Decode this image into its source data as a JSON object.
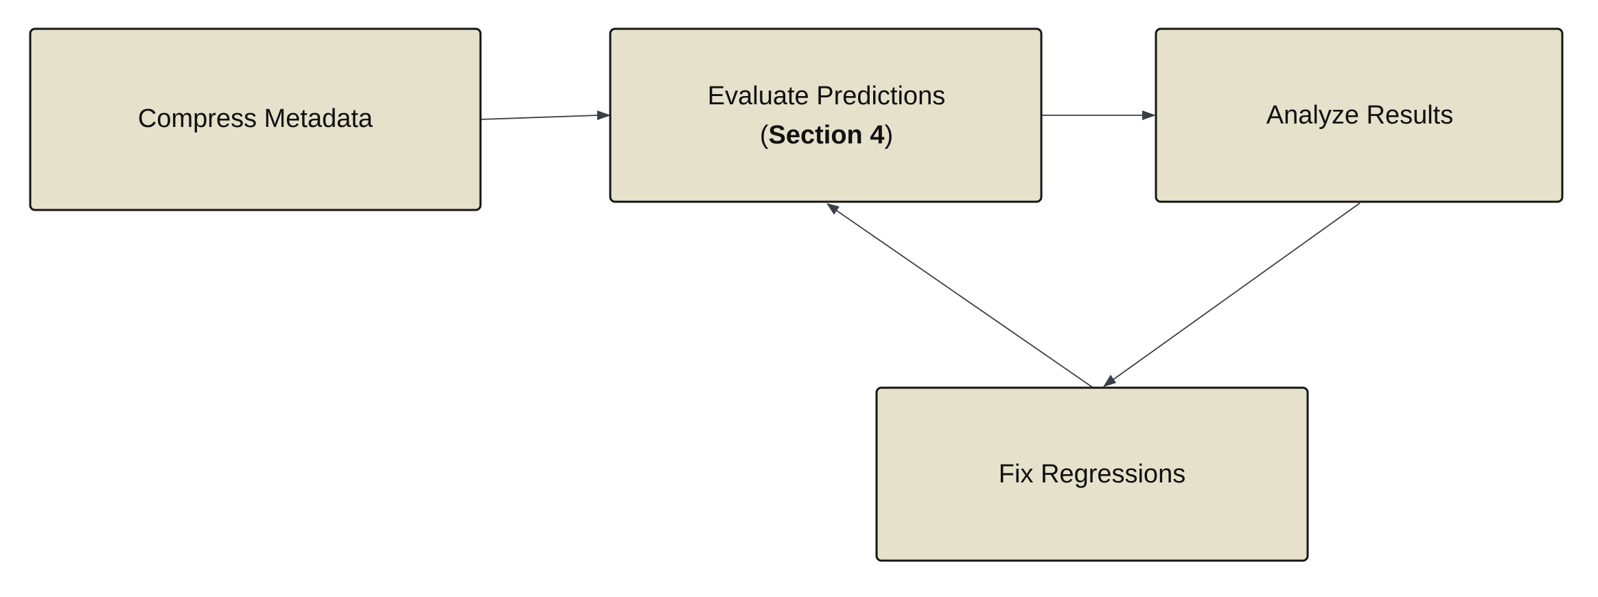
{
  "nodes": {
    "compress": {
      "label": "Compress Metadata"
    },
    "evaluate": {
      "label_line1": "Evaluate Predictions",
      "label_open": "(",
      "label_bold": "Section 4",
      "label_close": ")"
    },
    "analyze": {
      "label": "Analyze Results"
    },
    "fix": {
      "label": "Fix Regressions"
    }
  },
  "edges": [
    {
      "from": "Compress Metadata",
      "to": "Evaluate Predictions"
    },
    {
      "from": "Evaluate Predictions",
      "to": "Analyze Results"
    },
    {
      "from": "Analyze Results",
      "to": "Fix Regressions"
    },
    {
      "from": "Fix Regressions",
      "to": "Evaluate Predictions"
    }
  ],
  "colors": {
    "node_fill": "#e6e1cb",
    "node_stroke": "#151515",
    "edge": "#3b3f45",
    "background": "#ffffff"
  }
}
